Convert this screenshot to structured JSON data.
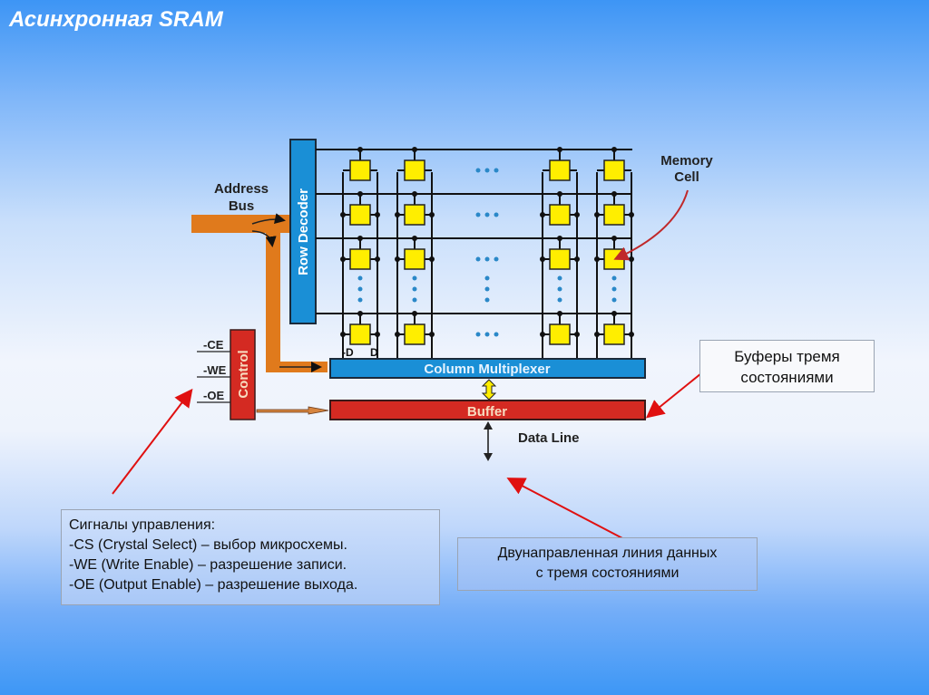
{
  "slide": {
    "title": "Асинхронная SRAM"
  },
  "diagram": {
    "address_bus_label": [
      "Address",
      "Bus"
    ],
    "row_decoder_label": "Row Decoder",
    "memory_cell_label": [
      "Memory",
      "Cell"
    ],
    "control_label": "Control",
    "control_signals": [
      "-CE",
      "-WE",
      "-OE"
    ],
    "bitline_labels": [
      "-D",
      "D"
    ],
    "column_multiplexer_label": "Column Multiplexer",
    "buffer_label": "Buffer",
    "data_line_label": "Data Line",
    "colors": {
      "address_bus": "#e07a1c",
      "row_decoder": "#1a8fd6",
      "memory_cell": "#ffee00",
      "control": "#d42a22",
      "column_multiplexer": "#1a8fd6",
      "buffer": "#d42a22",
      "annotation_arrow": "#e01010",
      "ellipsis_dots": "#2a88c8"
    }
  },
  "callouts": {
    "tristate_buffers": [
      "Буферы тремя",
      "состояниями"
    ],
    "control_signals": {
      "heading": "Сигналы управления:",
      "lines": [
        "-CS (Crystal Select) – выбор микросхемы.",
        "-WE (Write Enable) – разрешение записи.",
        "-OE (Output Enable) – разрешение выхода."
      ]
    },
    "bidirectional_data_line": [
      "Двунаправленная линия данных",
      "с тремя состояниями"
    ]
  }
}
